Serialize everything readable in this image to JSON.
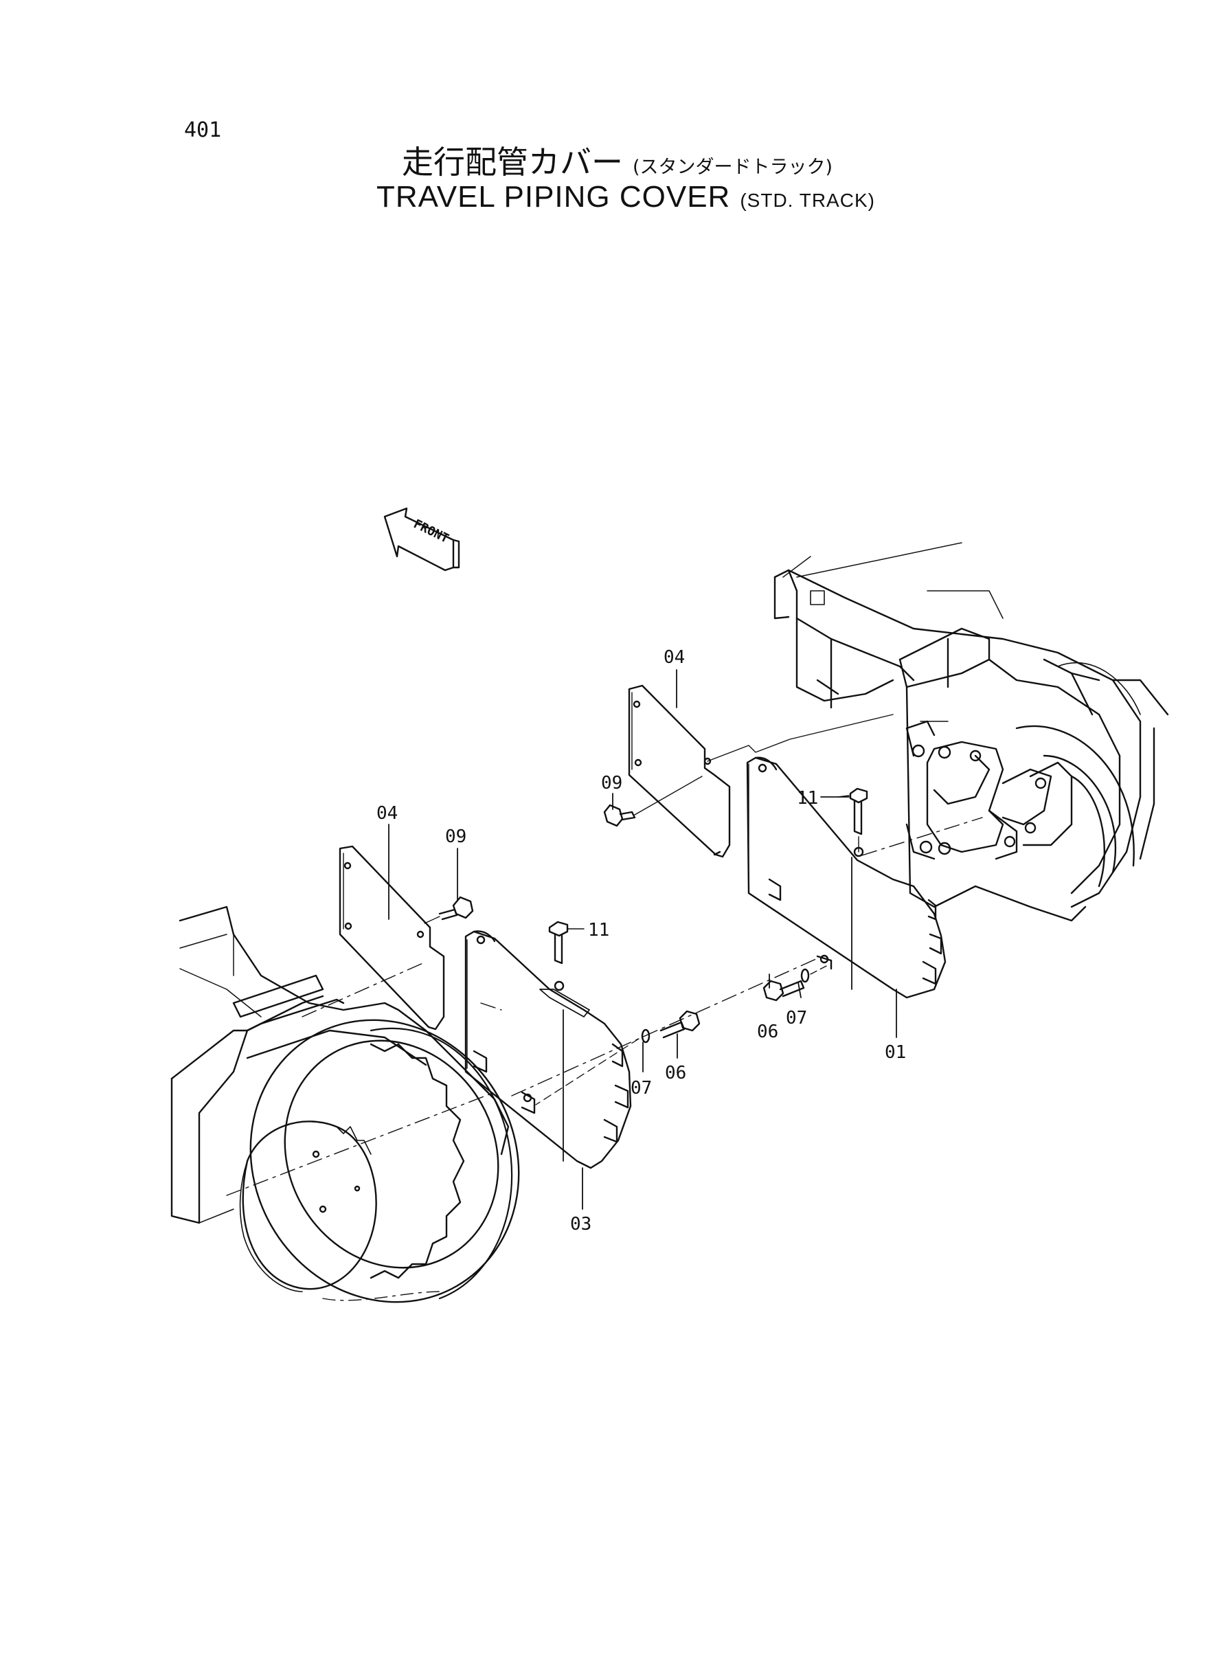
{
  "page_number": "401",
  "title": {
    "japanese": "走行配管カバー",
    "japanese_sub": "(スタンダードトラック)",
    "english": "TRAVEL PIPING COVER",
    "english_sub": "(STD. TRACK)"
  },
  "front_arrow": "FRONT",
  "callouts": {
    "upper_plate": "04",
    "upper_bolt": "09",
    "upper_cover_bolt": "11",
    "right_bolt": "06",
    "right_washer": "07",
    "right_cover": "01",
    "left_plate": "04",
    "left_bolt": "09",
    "left_cover_bolt": "11",
    "left_washer": "07",
    "left_bolt_b": "06",
    "left_cover": "03"
  }
}
